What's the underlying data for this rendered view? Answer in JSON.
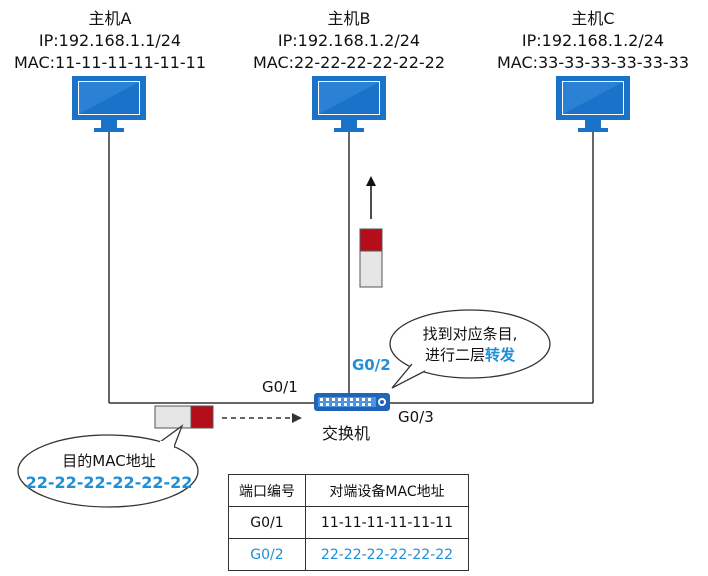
{
  "hosts": [
    {
      "name": "主机A",
      "ip": "IP:192.168.1.1/24",
      "mac": "MAC:11-11-11-11-11-11"
    },
    {
      "name": "主机B",
      "ip": "IP:192.168.1.2/24",
      "mac": "MAC:22-22-22-22-22-22"
    },
    {
      "name": "主机C",
      "ip": "IP:192.168.1.2/24",
      "mac": "MAC:33-33-33-33-33-33"
    }
  ],
  "switch": {
    "label": "交换机",
    "ports": {
      "g01": "G0/1",
      "g02": "G0/2",
      "g03": "G0/3"
    }
  },
  "callouts": {
    "switch_line1": "找到对应条目,",
    "switch_line2_prefix": "进行二层",
    "switch_line2_emph": "转发",
    "dest_line1": "目的MAC地址",
    "dest_line2": "22-22-22-22-22-22"
  },
  "table": {
    "headers": [
      "端口编号",
      "对端设备MAC地址"
    ],
    "rows": [
      {
        "port": "G0/1",
        "mac": "11-11-11-11-11-11"
      },
      {
        "port": "G0/2",
        "mac": "22-22-22-22-22-22"
      }
    ]
  },
  "colors": {
    "accent": "#1f8fd8",
    "frame_red": "#b50e1a",
    "computer_blue": "#1b73c9",
    "switch_blue": "#1e64b8"
  }
}
